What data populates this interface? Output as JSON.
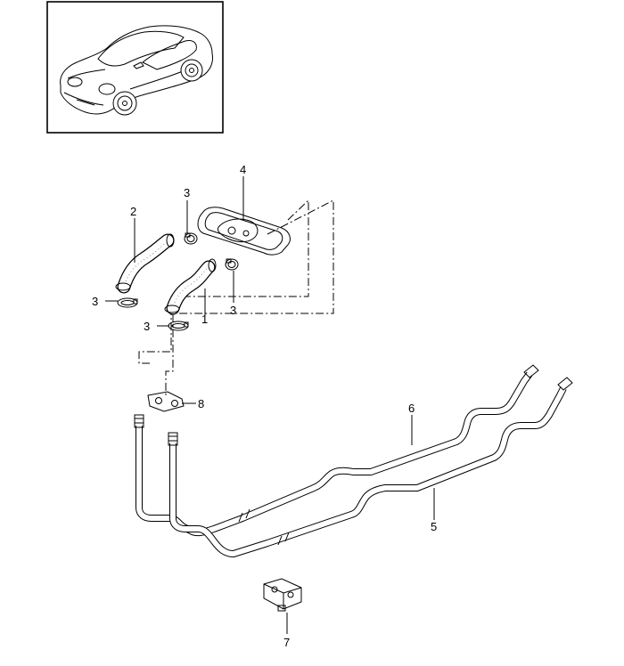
{
  "diagram": {
    "callouts": [
      {
        "id": "c1",
        "text": "1"
      },
      {
        "id": "c2",
        "text": "2"
      },
      {
        "id": "c3a",
        "text": "3"
      },
      {
        "id": "c3b",
        "text": "3"
      },
      {
        "id": "c3c",
        "text": "3"
      },
      {
        "id": "c3d",
        "text": "3"
      },
      {
        "id": "c4",
        "text": "4"
      },
      {
        "id": "c5",
        "text": "5"
      },
      {
        "id": "c6",
        "text": "6"
      },
      {
        "id": "c7",
        "text": "7"
      },
      {
        "id": "c8",
        "text": "8"
      }
    ]
  },
  "colors": {
    "line": "#000000",
    "background": "#ffffff",
    "hose_fill": "#ffffff"
  }
}
